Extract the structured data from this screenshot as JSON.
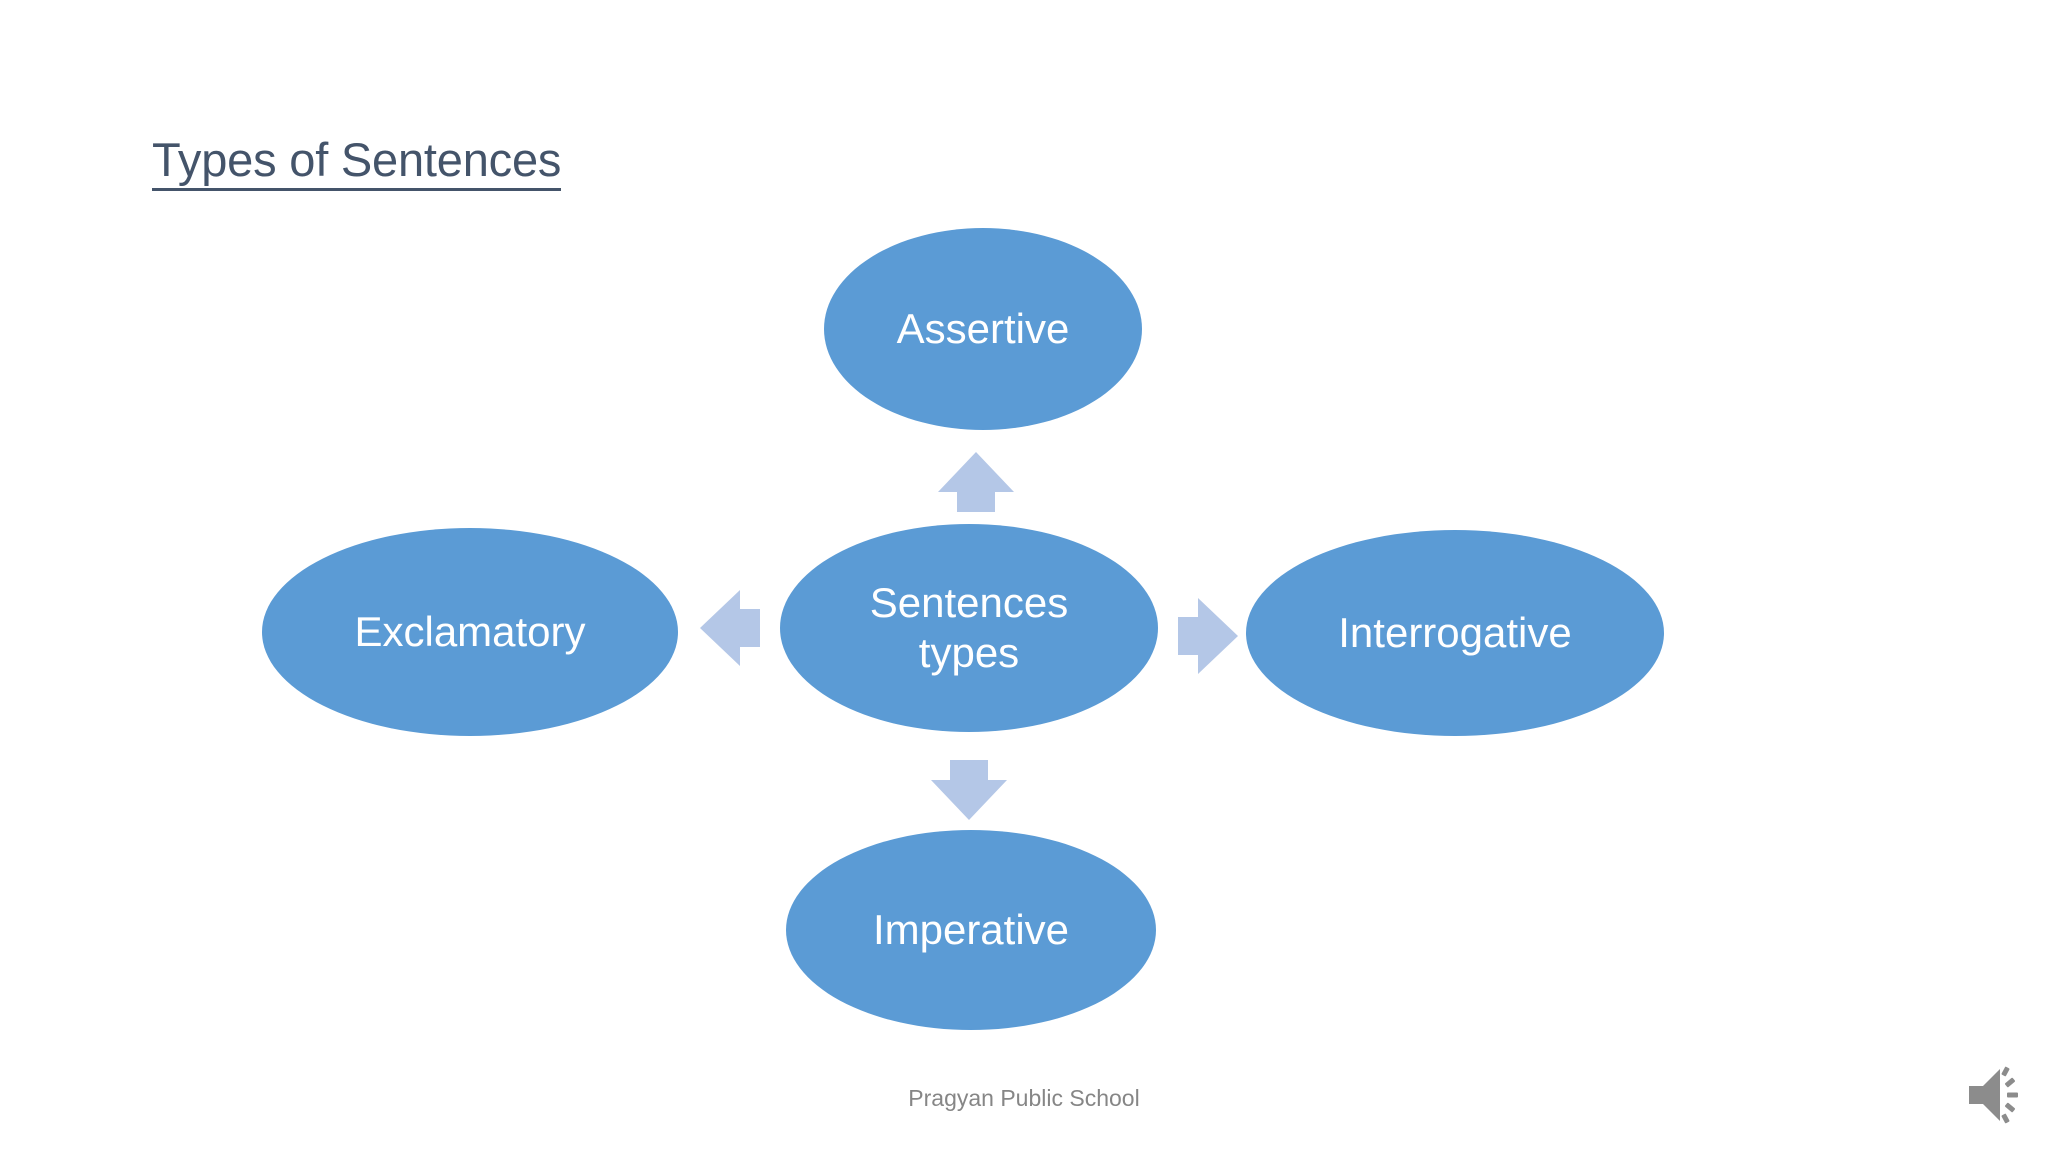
{
  "slide": {
    "title": "Types of Sentences",
    "background_color": "#FFFFFF",
    "title_color": "#44546A",
    "footer": "Pragyan Public School",
    "footer_color": "#868686"
  },
  "diagram": {
    "type": "radial-hub-and-spoke",
    "node_fill": "#5B9BD5",
    "node_text_color": "#FFFFFF",
    "arrow_fill": "#B4C7E7",
    "center": {
      "id": "center",
      "label": "Sentences\ntypes"
    },
    "spokes": [
      {
        "id": "assertive",
        "label": "Assertive",
        "position": "top",
        "arrow": "up-arrow-icon"
      },
      {
        "id": "interrogative",
        "label": "Interrogative",
        "position": "right",
        "arrow": "right-arrow-icon"
      },
      {
        "id": "imperative",
        "label": "Imperative",
        "position": "bottom",
        "arrow": "down-arrow-icon"
      },
      {
        "id": "exclamatory",
        "label": "Exclamatory",
        "position": "left",
        "arrow": "left-arrow-icon"
      }
    ]
  },
  "media": {
    "speaker_icon": "speaker-volume-icon",
    "speaker_icon_color": "#8C8C8C"
  }
}
